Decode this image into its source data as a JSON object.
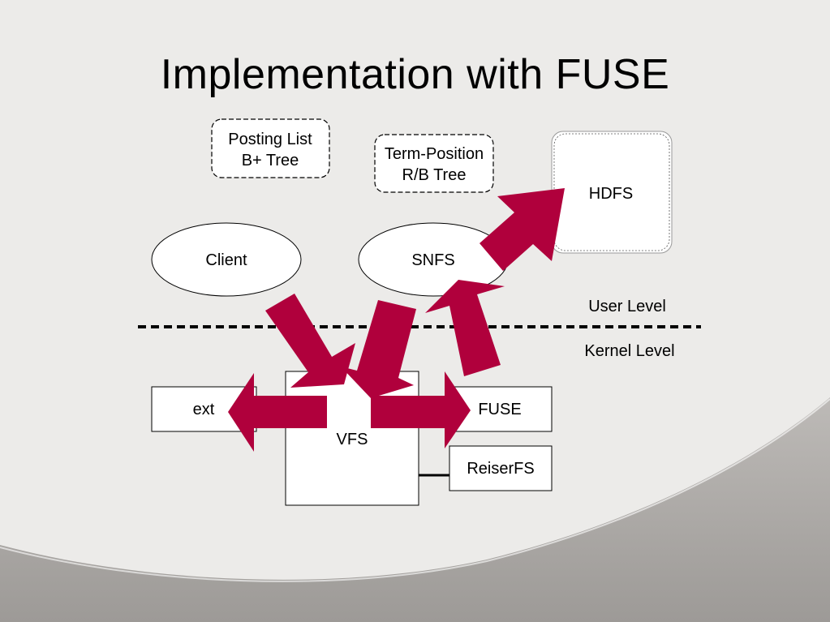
{
  "slide": {
    "title": "Implementation with FUSE"
  },
  "colors": {
    "slide_background": "#ecebe9",
    "footer_band": "#a9a6a3",
    "arrow_fill": "#b0003c",
    "box_fill": "#ffffff",
    "line": "#000000"
  },
  "diagram": {
    "posting_list": {
      "line1": "Posting List",
      "line2": "B+ Tree"
    },
    "term_position": {
      "line1": "Term-Position",
      "line2": "R/B Tree"
    },
    "hdfs": "HDFS",
    "client": "Client",
    "snfs": "SNFS",
    "user_level": "User Level",
    "kernel_level": "Kernel Level",
    "ext": "ext",
    "vfs": "VFS",
    "fuse": "FUSE",
    "reiserfs": "ReiserFS"
  }
}
